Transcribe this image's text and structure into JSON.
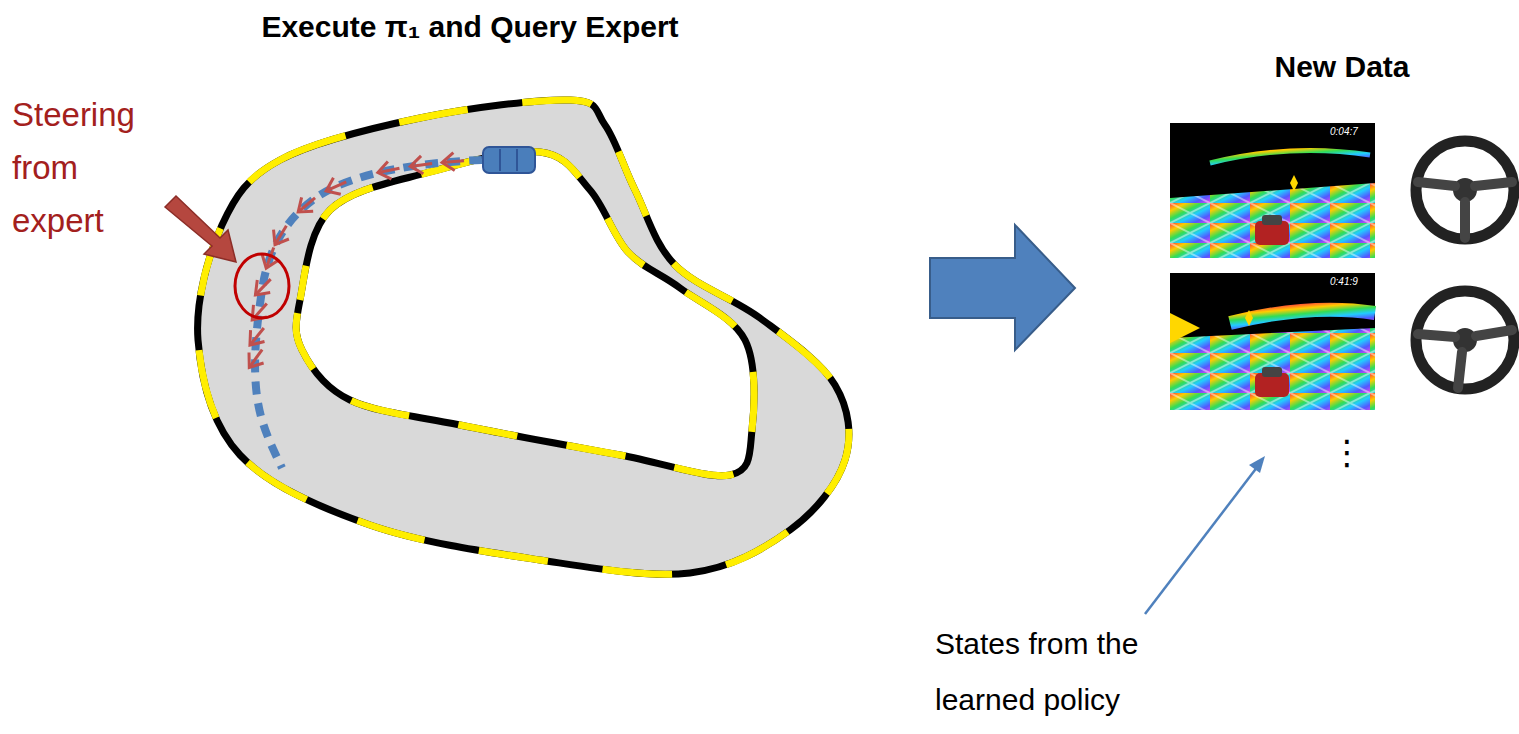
{
  "diagram": {
    "title": "Execute π₁ and Query Expert",
    "labels": [
      "Steering from expert",
      "New Data",
      "0:04:7",
      "0:41:9",
      "⋮",
      "States from the learned policy"
    ]
  }
}
